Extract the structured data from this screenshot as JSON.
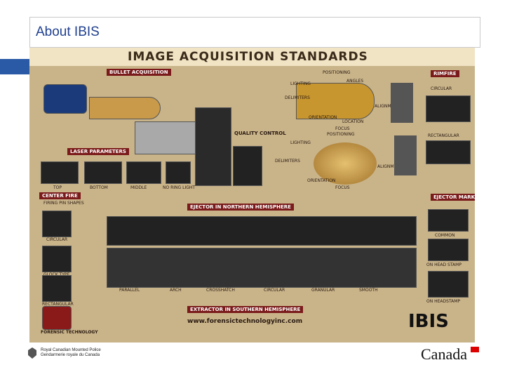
{
  "slide": {
    "title": "About IBIS"
  },
  "poster": {
    "heading": "IMAGE ACQUISITION STANDARDS",
    "sections": {
      "bullet_acquisition": "BULLET ACQUISITION",
      "laser_parameters": "LASER PARAMETERS",
      "quality_control": "QUALITY CONTROL",
      "rimfire": "RIMFIRE",
      "center_fire": "CENTER FIRE",
      "firing_pin_shapes": "FIRING PIN SHAPES",
      "ejector_marks": "EJECTOR MARKS",
      "ejector_north": "EJECTOR IN NORTHERN HEMISPHERE",
      "extractor_south": "EXTRACTOR IN SOUTHERN HEMISPHERE"
    },
    "laser_captions": [
      "TOP",
      "BOTTOM",
      "MIDDLE",
      "NO RING LIGHT"
    ],
    "case_top_labels": [
      "POSITIONING",
      "LIGHTING",
      "ANGLES",
      "DELIMITERS",
      "ALIGNMENT",
      "ORIENTATION",
      "LOCATION"
    ],
    "case_bottom_labels": [
      "FOCUS",
      "POSITIONING",
      "LIGHTING",
      "DELIMITERS",
      "ALIGNMENT",
      "ORIENTATION",
      "FOCUS"
    ],
    "rimfire_captions": [
      "CIRCULAR",
      "RECTANGULAR"
    ],
    "firing_pin_captions": [
      "CIRCULAR",
      "GLOCK TYPE",
      "RECTANGULAR"
    ],
    "breech_captions": [
      "PARALLEL",
      "ARCH",
      "CROSSHATCH",
      "CIRCULAR",
      "GRANULAR",
      "SMOOTH"
    ],
    "ejector_captions": [
      "COMMON",
      "ON HEAD STAMP",
      "ON HEADSTAMP"
    ],
    "brand": "FORENSIC TECHNOLOGY",
    "product": "IBIS",
    "website": "www.forensictechnologyinc.com"
  },
  "footer": {
    "rcmp_en": "Royal Canadian Mounted Police",
    "rcmp_fr": "Gendarmerie royale du Canada",
    "wordmark": "Canada"
  }
}
